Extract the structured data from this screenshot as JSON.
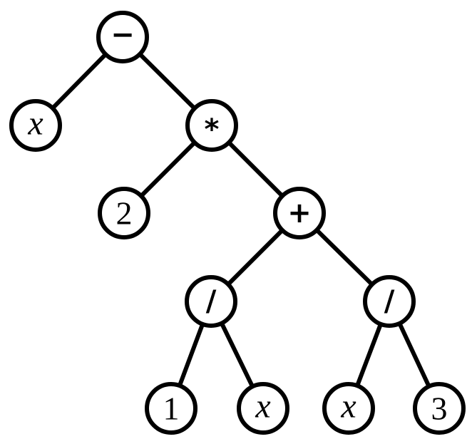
{
  "tree": {
    "nodes": [
      {
        "id": "minus",
        "label": "−",
        "kind": "op"
      },
      {
        "id": "x1",
        "label": "x",
        "kind": "var"
      },
      {
        "id": "times",
        "label": "*",
        "kind": "op"
      },
      {
        "id": "two",
        "label": "2",
        "kind": "num"
      },
      {
        "id": "plus",
        "label": "+",
        "kind": "op"
      },
      {
        "id": "div1",
        "label": "/",
        "kind": "op"
      },
      {
        "id": "div2",
        "label": "/",
        "kind": "op"
      },
      {
        "id": "one",
        "label": "1",
        "kind": "num"
      },
      {
        "id": "x2",
        "label": "x",
        "kind": "var"
      },
      {
        "id": "x3",
        "label": "x",
        "kind": "var"
      },
      {
        "id": "three",
        "label": "3",
        "kind": "num"
      }
    ],
    "edges": [
      [
        "minus",
        "x1"
      ],
      [
        "minus",
        "times"
      ],
      [
        "times",
        "two"
      ],
      [
        "times",
        "plus"
      ],
      [
        "plus",
        "div1"
      ],
      [
        "plus",
        "div2"
      ],
      [
        "div1",
        "one"
      ],
      [
        "div1",
        "x2"
      ],
      [
        "div2",
        "x3"
      ],
      [
        "div2",
        "three"
      ]
    ]
  }
}
